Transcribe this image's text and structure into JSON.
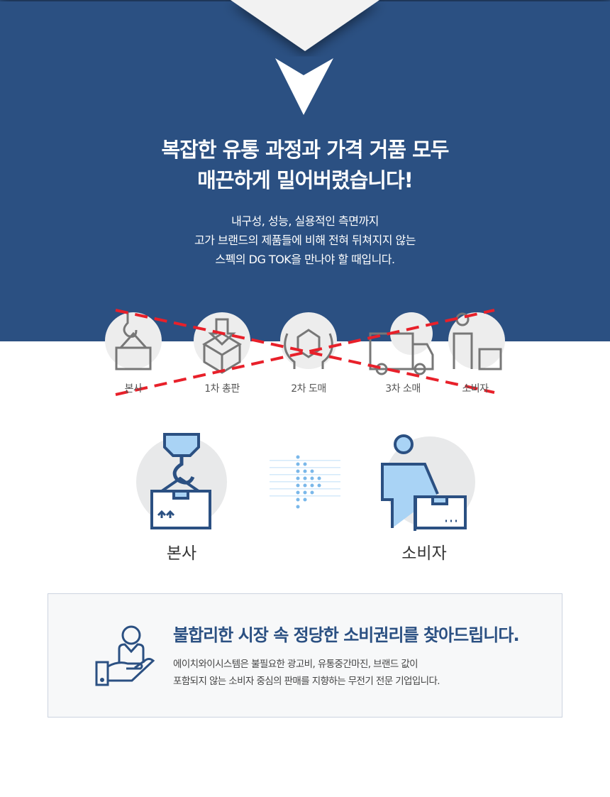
{
  "headline": {
    "line1": "복잡한 유통 과정과 가격 거품 모두",
    "line2": "매끈하게 밀어버렸습니다!"
  },
  "subtext": {
    "line1": "내구성, 성능, 실용적인 측면까지",
    "line2": "고가 브랜드의 제품들에 비해 전혀 뒤쳐지지 않는",
    "line3": "스펙의 DG TOK을 만나야 할 때입니다."
  },
  "old_chain": [
    {
      "label": "본사",
      "icon": "crane-box-icon"
    },
    {
      "label": "1차 총판",
      "icon": "open-box-icon"
    },
    {
      "label": "2차 도매",
      "icon": "hands-box-icon"
    },
    {
      "label": "3차 소매",
      "icon": "truck-icon"
    },
    {
      "label": "소비자",
      "icon": "person-box-icon"
    }
  ],
  "new_chain": {
    "from": "본사",
    "to": "소비자"
  },
  "info": {
    "title": "불합리한 시장 속 정당한 소비권리를 찾아드립니다.",
    "line1": "에이치와이시스템은 불필요한 광고비, 유통중간마진, 브랜드 값이",
    "line2": "포함되지 않는 소비자 중심의 판매를 지향하는 무전기 전문 기업입니다."
  },
  "colors": {
    "brand": "#2b5082",
    "cross": "#e8202a",
    "icon_light": "#a9d3f5"
  }
}
